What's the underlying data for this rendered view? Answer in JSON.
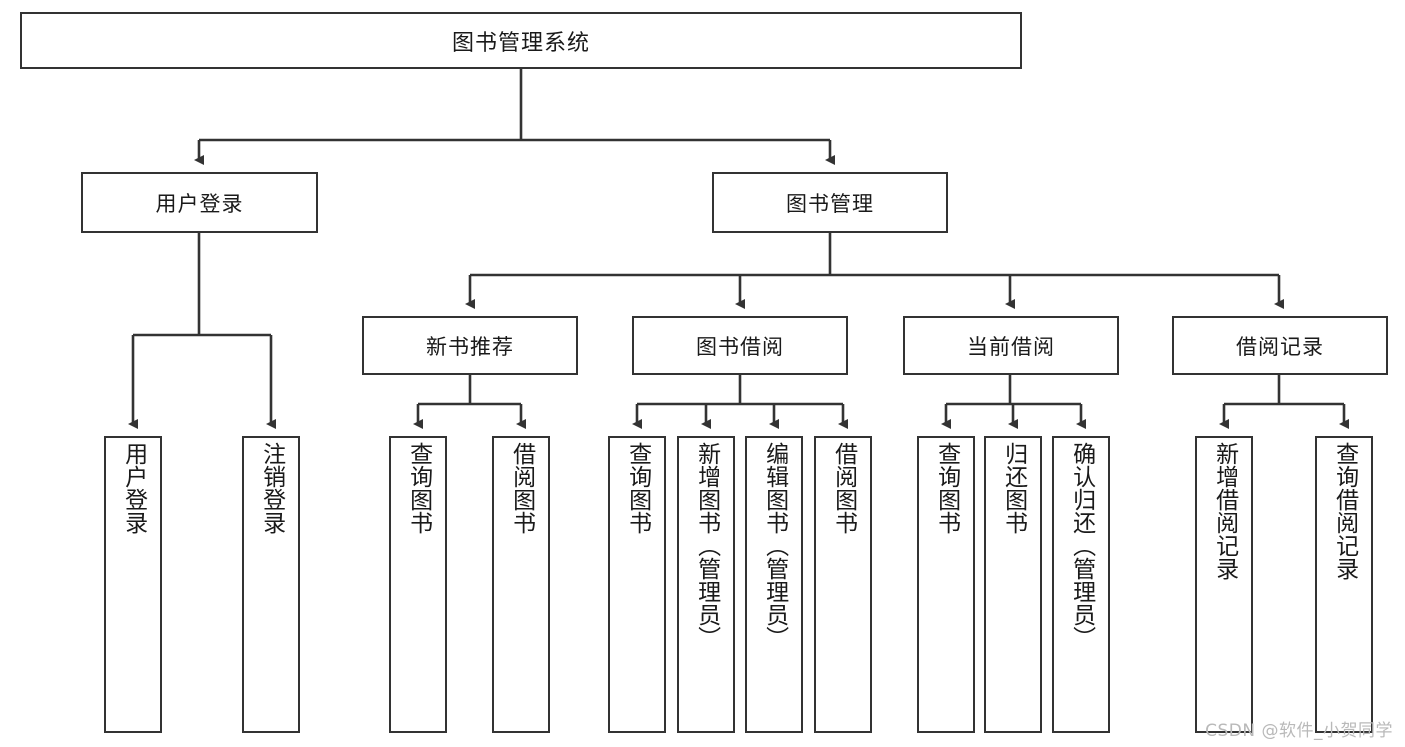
{
  "diagram": {
    "type": "tree-hierarchy",
    "title": "图书管理系统",
    "root": {
      "id": "root",
      "label": "图书管理系统"
    },
    "level2": [
      {
        "id": "user-login",
        "label": "用户登录"
      },
      {
        "id": "book-manage",
        "label": "图书管理"
      }
    ],
    "level3": [
      {
        "id": "new-book-recommend",
        "label": "新书推荐",
        "parent": "book-manage"
      },
      {
        "id": "book-borrow",
        "label": "图书借阅",
        "parent": "book-manage"
      },
      {
        "id": "current-borrow",
        "label": "当前借阅",
        "parent": "book-manage"
      },
      {
        "id": "borrow-record",
        "label": "借阅记录",
        "parent": "book-manage"
      }
    ],
    "leaves": {
      "user_login": [
        {
          "id": "leaf-user-login",
          "label": "用户登录"
        },
        {
          "id": "leaf-user-logout",
          "label": "注销登录"
        }
      ],
      "new_book_recommend": [
        {
          "id": "leaf-query-book-1",
          "label": "查询图书"
        },
        {
          "id": "leaf-borrow-book-1",
          "label": "借阅图书"
        }
      ],
      "book_borrow": [
        {
          "id": "leaf-query-book-2",
          "label": "查询图书"
        },
        {
          "id": "leaf-add-book",
          "label": "新增图书（管理员）"
        },
        {
          "id": "leaf-edit-book",
          "label": "编辑图书（管理员）"
        },
        {
          "id": "leaf-borrow-book-2",
          "label": "借阅图书"
        }
      ],
      "current_borrow": [
        {
          "id": "leaf-query-book-3",
          "label": "查询图书"
        },
        {
          "id": "leaf-return-book",
          "label": "归还图书"
        },
        {
          "id": "leaf-confirm-return",
          "label": "确认归还（管理员）"
        }
      ],
      "borrow_record": [
        {
          "id": "leaf-add-record",
          "label": "新增借阅记录"
        },
        {
          "id": "leaf-query-record",
          "label": "查询借阅记录"
        }
      ]
    }
  },
  "watermark": {
    "text": "CSDN @软件_小贺同学"
  },
  "colors": {
    "box_border": "#333333",
    "box_fill": "#ffffff",
    "connector": "#333333",
    "text": "#1a1a1a",
    "watermark": "#b9b9b9",
    "background": "#ffffff"
  }
}
